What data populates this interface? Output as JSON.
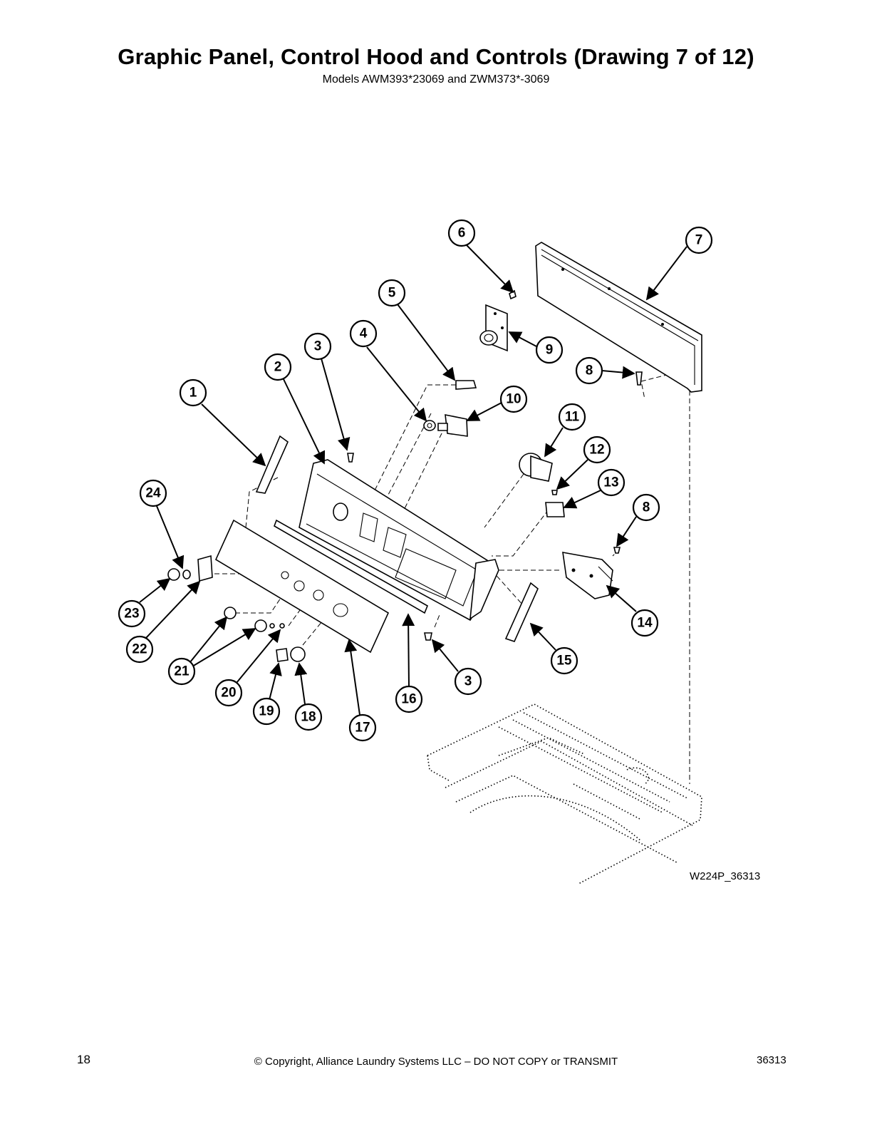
{
  "header": {
    "title": "Graphic Panel, Control Hood and Controls (Drawing 7 of 12)",
    "subtitle": "Models AWM393*23069 and ZWM373*-3069"
  },
  "diagram": {
    "drawing_id": "W224P_36313",
    "callouts": [
      "1",
      "2",
      "3",
      "3",
      "4",
      "5",
      "6",
      "7",
      "8",
      "8",
      "9",
      "10",
      "11",
      "12",
      "13",
      "14",
      "15",
      "16",
      "17",
      "18",
      "19",
      "20",
      "21",
      "22",
      "23",
      "24"
    ]
  },
  "footer": {
    "page_number": "18",
    "copyright": "© Copyright, Alliance Laundry Systems LLC – DO NOT COPY or TRANSMIT",
    "doc_number": "36313"
  }
}
